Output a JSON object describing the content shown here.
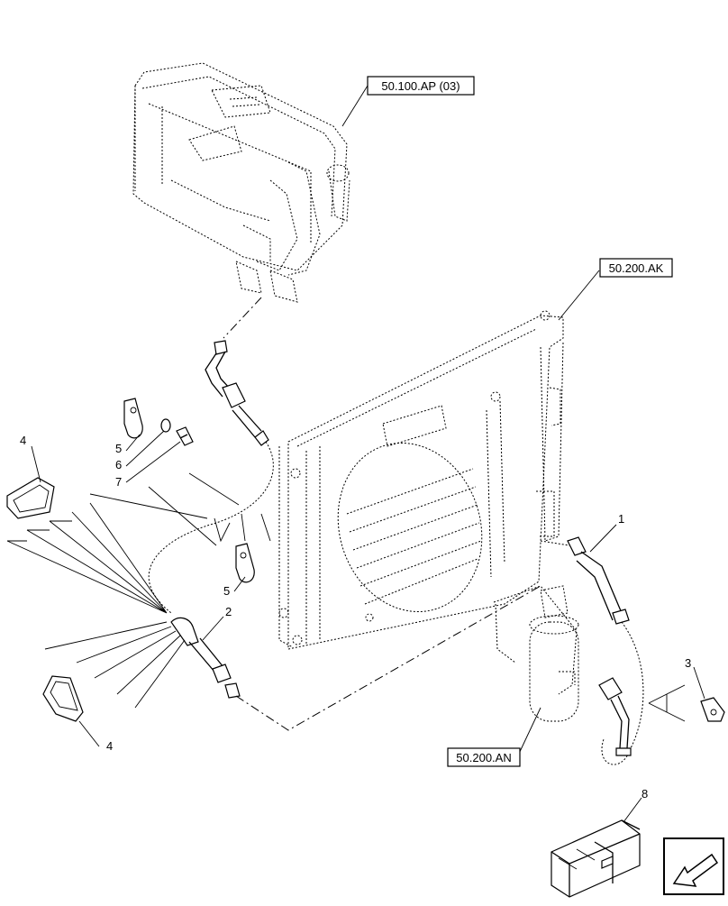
{
  "references": {
    "ref_top": "50.100.AP (03)",
    "ref_radiator": "50.200.AK",
    "ref_drier": "50.200.AN"
  },
  "callouts": {
    "c1": "1",
    "c2": "2",
    "c3": "3",
    "c4a": "4",
    "c4b": "4",
    "c5a": "5",
    "c5b": "5",
    "c6": "6",
    "c7": "7",
    "c8": "8"
  },
  "icons": {
    "nav": "arrow-down-left-icon"
  }
}
